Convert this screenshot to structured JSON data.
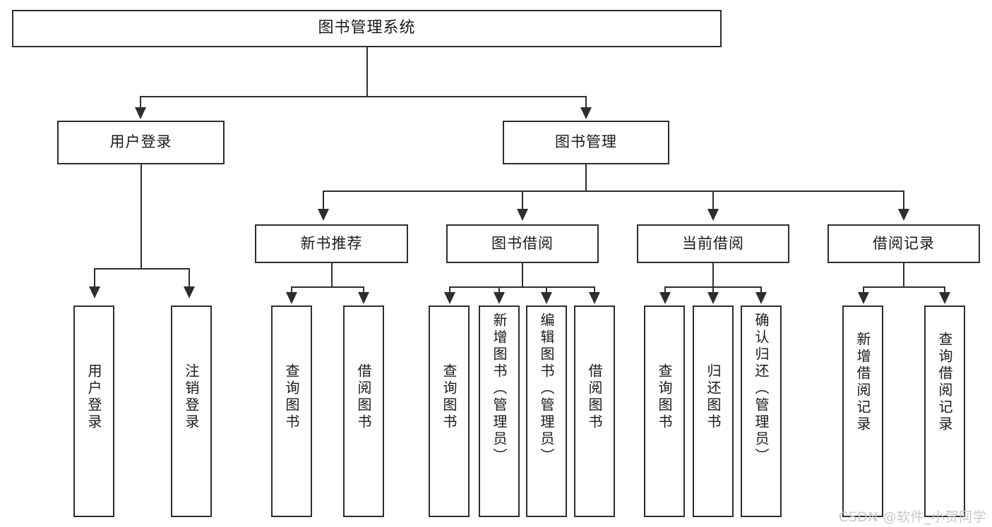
{
  "diagram": {
    "type": "tree",
    "title": "图书管理系统",
    "root": {
      "label": "图书管理系统"
    },
    "level2": [
      {
        "label": "用户登录"
      },
      {
        "label": "图书管理"
      }
    ],
    "level3": [
      {
        "label": "新书推荐"
      },
      {
        "label": "图书借阅"
      },
      {
        "label": "当前借阅"
      },
      {
        "label": "借阅记录"
      }
    ],
    "leaves": {
      "user_login": [
        {
          "label": "用户登录"
        },
        {
          "label": "注销登录"
        }
      ],
      "new_book_recommend": [
        {
          "label": "查询图书"
        },
        {
          "label": "借阅图书"
        }
      ],
      "book_borrow": [
        {
          "label": "查询图书"
        },
        {
          "label": "新增图书（管理员）"
        },
        {
          "label": "编辑图书（管理员）"
        },
        {
          "label": "借阅图书"
        }
      ],
      "current_borrow": [
        {
          "label": "查询图书"
        },
        {
          "label": "归还图书"
        },
        {
          "label": "确认归还（管理员）"
        }
      ],
      "borrow_record": [
        {
          "label": "新增借阅记录"
        },
        {
          "label": "查询借阅记录"
        }
      ]
    }
  },
  "watermark": {
    "text": "CSDN @软件_小贺同学"
  },
  "colors": {
    "border": "#2e2e2e",
    "background": "#ffffff",
    "text": "#1a1a1a",
    "watermark": "#c8c8c8"
  }
}
